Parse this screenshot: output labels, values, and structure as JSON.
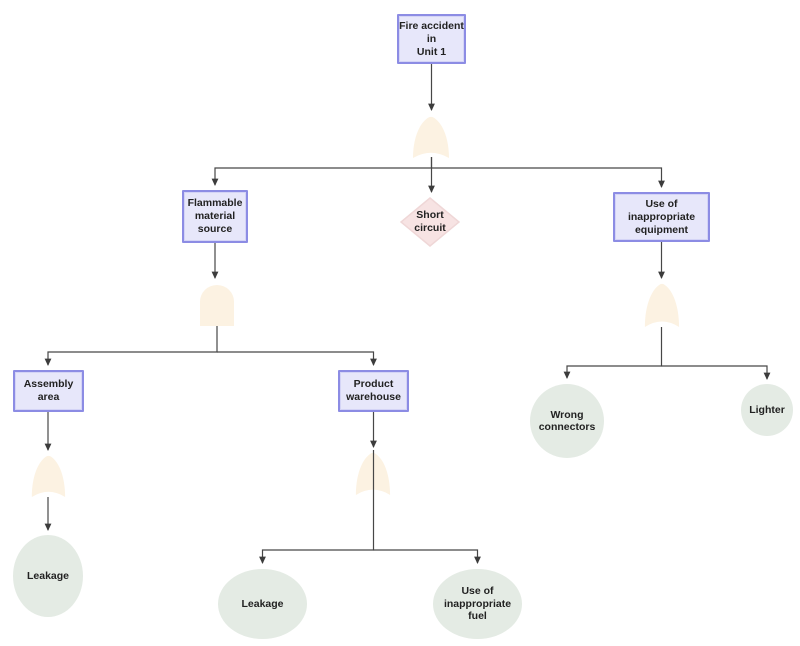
{
  "diagram": {
    "type": "fault-tree",
    "colors": {
      "event_fill": "#e7e7fa",
      "event_border": "#8c8ce4",
      "condition_fill": "#f7e3e3",
      "condition_border": "#efd7d7",
      "gate_fill": "#fcf2e2",
      "basic_event_fill": "#e4ebe4",
      "connector": "#474747",
      "text": "#222222",
      "background": "#ffffff"
    },
    "nodes": {
      "top_event": {
        "label": "Fire accident\nin\nUnit 1",
        "shape": "rectangle"
      },
      "flammable": {
        "label": "Flammable\nmaterial\nsource",
        "shape": "rectangle"
      },
      "short_circuit": {
        "label": "Short\ncircuit",
        "shape": "diamond"
      },
      "equipment": {
        "label": "Use of\ninappropriate\nequipment",
        "shape": "rectangle"
      },
      "assembly": {
        "label": "Assembly\narea",
        "shape": "rectangle"
      },
      "warehouse": {
        "label": "Product\nwarehouse",
        "shape": "rectangle"
      },
      "leakage_assembly": {
        "label": "Leakage",
        "shape": "ellipse"
      },
      "leakage_warehouse": {
        "label": "Leakage",
        "shape": "ellipse"
      },
      "fuel": {
        "label": "Use of\ninappropriate\nfuel",
        "shape": "ellipse"
      },
      "wrong_connectors": {
        "label": "Wrong\nconnectors",
        "shape": "circle"
      },
      "lighter": {
        "label": "Lighter",
        "shape": "circle"
      }
    },
    "gates": {
      "gate_top": {
        "type": "or"
      },
      "gate_flammable": {
        "type": "and"
      },
      "gate_assembly": {
        "type": "or"
      },
      "gate_warehouse": {
        "type": "or"
      },
      "gate_equipment": {
        "type": "or"
      }
    }
  }
}
